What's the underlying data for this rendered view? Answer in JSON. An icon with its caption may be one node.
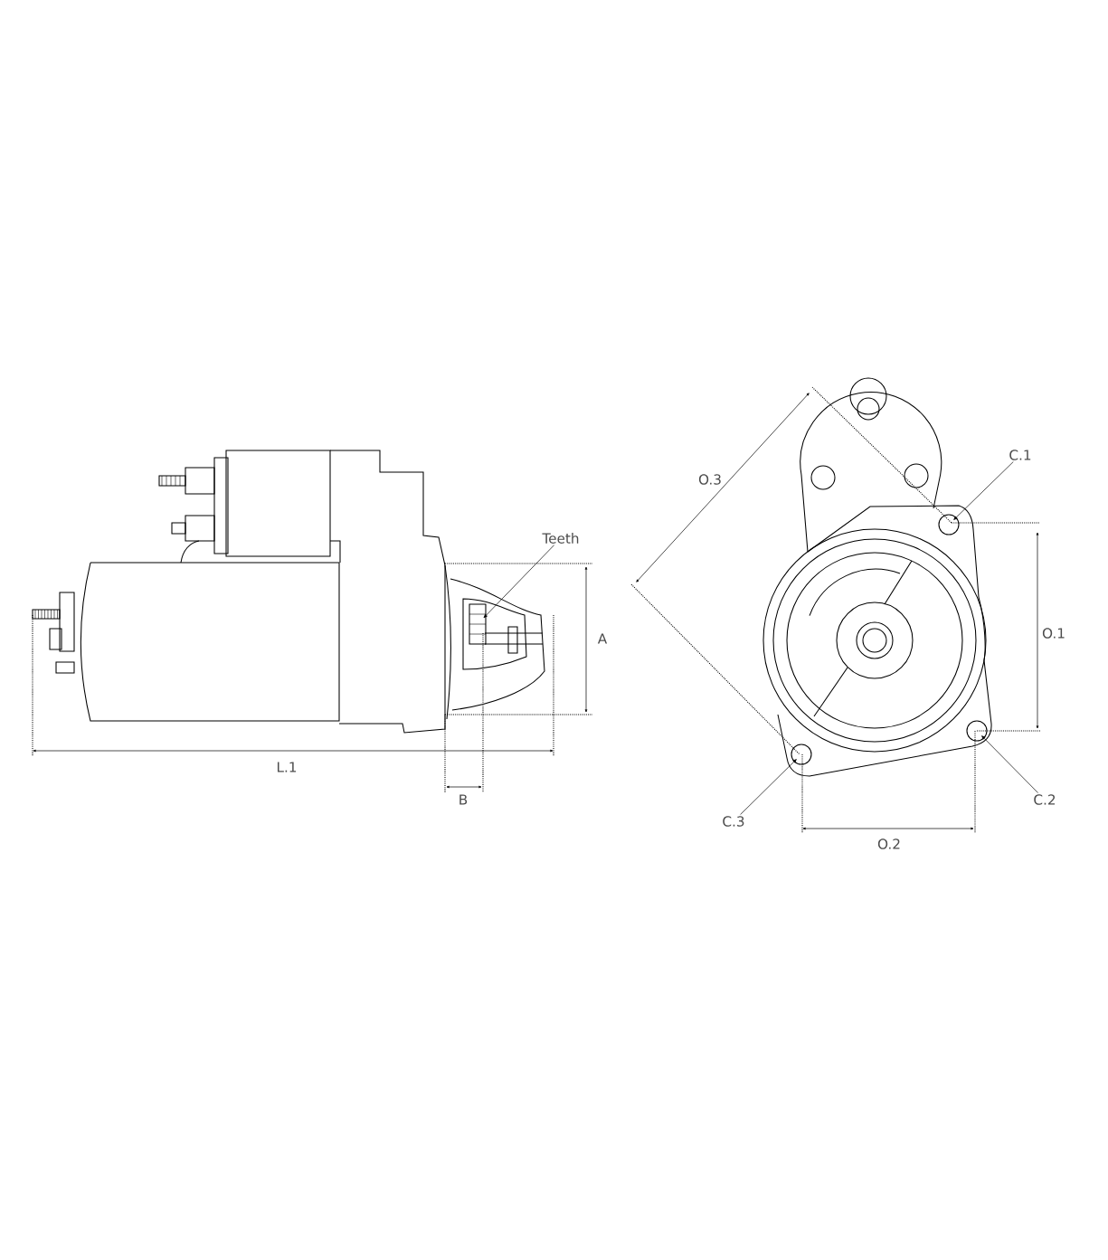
{
  "diagram": {
    "nodes": [
      {
        "text": [
          "Teeth"
        ]
      },
      {
        "text": [],
        "shape": "box"
      },
      {
        "text": [
          "C.1"
        ]
      },
      {
        "text": [],
        "shape": "circle"
      },
      {
        "text": [
          "C.2"
        ]
      },
      {
        "text": [],
        "shape": "circle"
      },
      {
        "text": [
          "C.3"
        ]
      },
      {
        "text": [],
        "shape": "circle"
      }
    ],
    "edges": [
      {
        "from": 0,
        "to": 1,
        "arrow": "to"
      },
      {
        "from": 2,
        "to": 3,
        "arrow": "to"
      },
      {
        "from": 4,
        "to": 5,
        "arrow": "to"
      },
      {
        "from": 6,
        "to": 7,
        "arrow": "to"
      }
    ],
    "labels": [
      "O.3",
      "A",
      "O.1",
      "L.1",
      "B",
      "O.2"
    ]
  }
}
